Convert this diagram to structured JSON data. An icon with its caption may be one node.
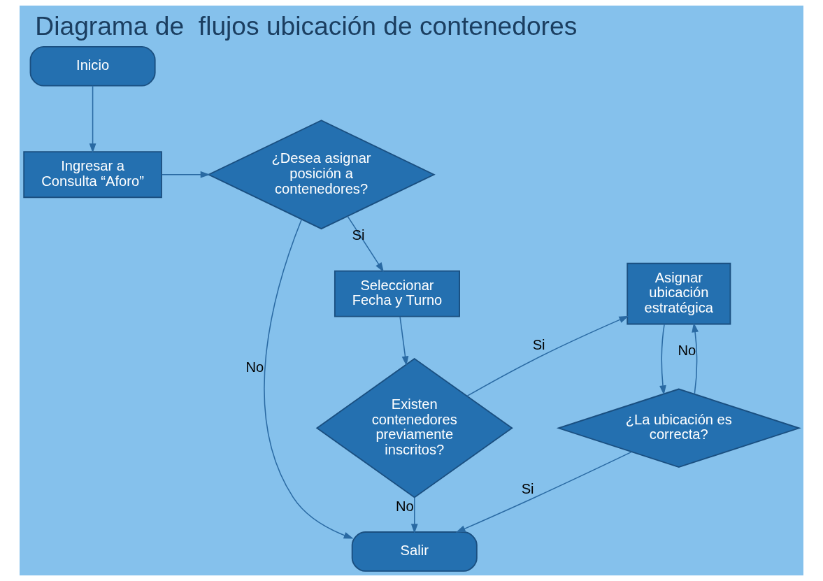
{
  "diagram": {
    "title": "Diagrama de  flujos ubicación de contenedores",
    "nodes": [
      {
        "text": [
          "Inicio"
        ]
      },
      {
        "text": [
          "Ingresar a Consulta “Aforo”"
        ]
      },
      {
        "text": [
          "¿Desea asignar posición a contenedores?"
        ]
      },
      {
        "text": [
          "Seleccionar Fecha y Turno"
        ]
      },
      {
        "text": [
          "Asignar ubicación estratégica"
        ]
      },
      {
        "text": [
          "Existen contenedores previamente inscritos?"
        ]
      },
      {
        "text": [
          "¿La ubicación es correcta?"
        ]
      },
      {
        "text": [
          "Salir"
        ]
      }
    ],
    "edges": [
      {
        "from": 0,
        "to": 1,
        "arrow": "to"
      },
      {
        "from": 1,
        "to": 2,
        "arrow": "to"
      },
      {
        "from": 2,
        "to": 7,
        "arrow": "to",
        "label": "No"
      },
      {
        "from": 2,
        "to": 3,
        "arrow": "to",
        "label": "Si"
      },
      {
        "from": 3,
        "to": 5,
        "arrow": "to"
      },
      {
        "from": 5,
        "to": 4,
        "arrow": "to",
        "label": "Si"
      },
      {
        "from": 4,
        "to": 6,
        "arrow": "to"
      },
      {
        "from": 6,
        "to": 4,
        "arrow": "to",
        "label": "No"
      },
      {
        "from": 5,
        "to": 7,
        "arrow": "to",
        "label": "No"
      },
      {
        "from": 6,
        "to": 7,
        "arrow": "to",
        "label": "Si"
      }
    ]
  }
}
